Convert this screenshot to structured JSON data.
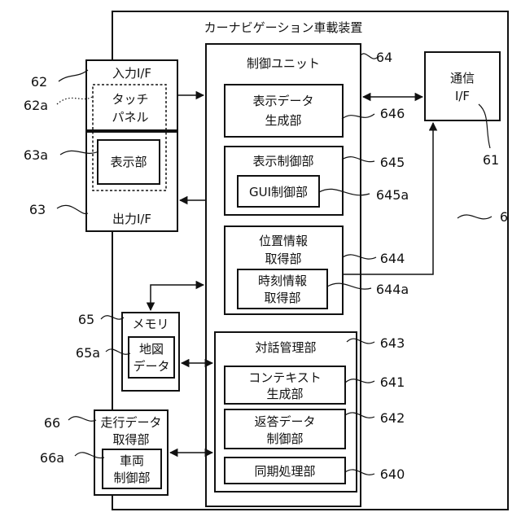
{
  "device": {
    "title": "カーナビゲーション車載装置",
    "ref": "6"
  },
  "control_unit": {
    "title": "制御ユニット",
    "ref": "64"
  },
  "display_data_gen": {
    "line1": "表示データ",
    "line2": "生成部",
    "ref": "646"
  },
  "display_control": {
    "title": "表示制御部",
    "ref": "645"
  },
  "gui_control": {
    "label": "GUI制御部",
    "ref": "645a"
  },
  "position_info": {
    "line1": "位置情報",
    "line2": "取得部",
    "ref": "644"
  },
  "time_info": {
    "line1": "時刻情報",
    "line2": "取得部",
    "ref": "644a"
  },
  "dialog_mgmt": {
    "title": "対話管理部",
    "ref": "643"
  },
  "context_gen": {
    "line1": "コンテキスト",
    "line2": "生成部",
    "ref": "641"
  },
  "response_data_ctrl": {
    "line1": "返答データ",
    "line2": "制御部",
    "ref": "642"
  },
  "sync_proc": {
    "label": "同期処理部",
    "ref": "640"
  },
  "comm_if": {
    "line1": "通信",
    "line2": "I/F",
    "ref": "61"
  },
  "input_if": {
    "label": "入力I/F",
    "ref": "62"
  },
  "touch_panel": {
    "line1": "タッチ",
    "line2": "パネル",
    "ref": "62a"
  },
  "display_unit": {
    "label": "表示部",
    "ref": "63a"
  },
  "output_if": {
    "label": "出力I/F",
    "ref": "63"
  },
  "memory": {
    "title": "メモリ",
    "ref": "65"
  },
  "map_data": {
    "line1": "地図",
    "line2": "データ",
    "ref": "65a"
  },
  "driving_data": {
    "line1": "走行データ",
    "line2": "取得部",
    "ref": "66"
  },
  "vehicle_control": {
    "line1": "車両",
    "line2": "制御部",
    "ref": "66a"
  }
}
